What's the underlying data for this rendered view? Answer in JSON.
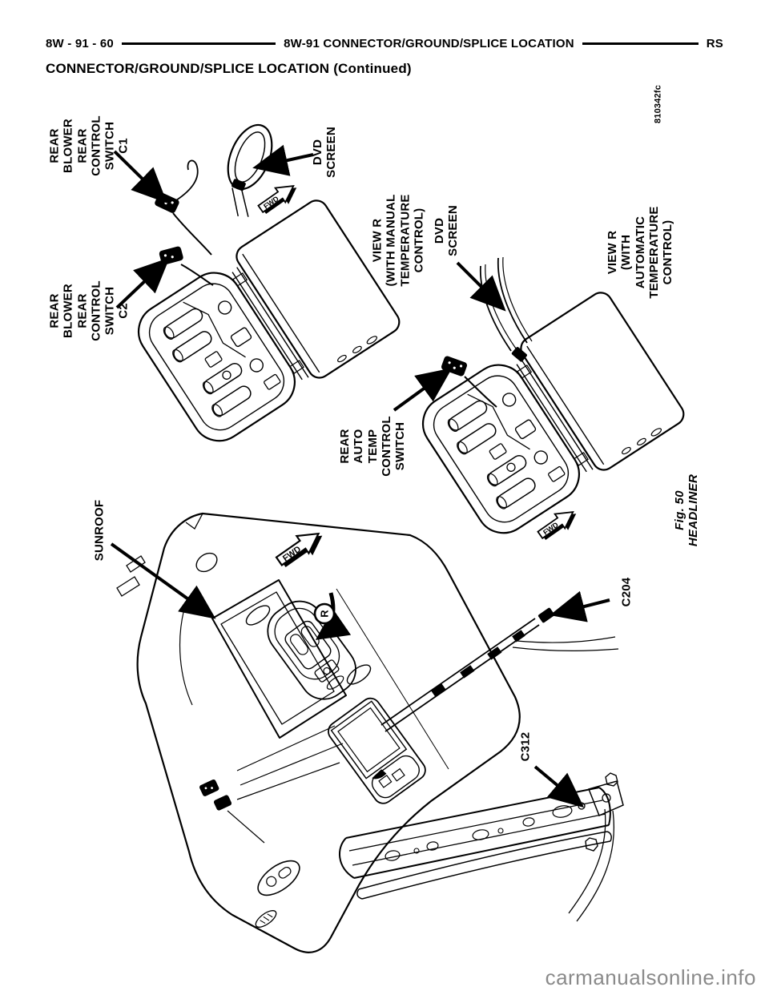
{
  "colors": {
    "ink": "#000000",
    "paper": "#ffffff",
    "watermark": "#8a8a8a"
  },
  "header": {
    "page_ref": "8W - 91 - 60",
    "section_title": "8W-91  CONNECTOR/GROUND/SPLICE  LOCATION",
    "model_code": "RS",
    "subtitle": "CONNECTOR/GROUND/SPLICE LOCATION (Continued)"
  },
  "figure": {
    "drawing_number": "810342fc",
    "caption": "Fig. 50 HEADLINER",
    "callouts": {
      "rear_blower_switch_c1": "REAR BLOWER\nREAR CONTROL\nSWITCH C1",
      "dvd_screen_top": "DVD SCREEN",
      "rear_blower_switch_c2": "REAR BLOWER\nREAR CONTROL\nSWITCH C2",
      "view_r_manual": "VIEW R\n(WITH MANUAL\nTEMPERATURE\nCONTROL)",
      "dvd_screen_right": "DVD SCREEN",
      "view_r_automatic": "VIEW R\n(WITH AUTOMATIC\nTEMPERATURE\nCONTROL)",
      "rear_auto_temp_switch": "REAR\nAUTO TEMP\nCONTROL\nSWITCH",
      "sunroof": "SUNROOF",
      "connector_c204": "C204",
      "connector_c312": "C312"
    },
    "glyphs": {
      "fwd": "FWD",
      "view_r": "R"
    }
  },
  "watermark": "carmanualsonline.info"
}
